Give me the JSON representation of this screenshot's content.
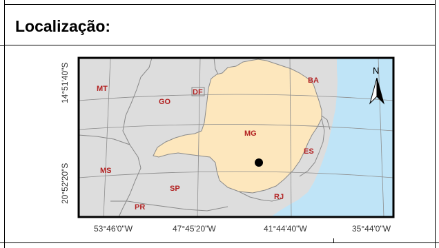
{
  "header": {
    "title": "Localização:"
  },
  "map": {
    "colors": {
      "ocean": "#bfe4f7",
      "land": "#dddddd",
      "highlight_state": "#fde7bd",
      "state_border": "#888888",
      "label": "#b22222",
      "point": "#000000"
    },
    "state_labels": {
      "mt": "MT",
      "go": "GO",
      "df": "DF",
      "ba": "BA",
      "mg": "MG",
      "es": "ES",
      "ms": "MS",
      "sp": "SP",
      "rj": "RJ",
      "pr": "PR"
    },
    "lat_labels": {
      "top": "14°51'40\"S",
      "bottom": "20°52'20\"S"
    },
    "lon_labels": {
      "l1": "53°46'0\"W",
      "l2": "47°45'20\"W",
      "l3": "41°44'40\"W",
      "l4": "35°44'0\"W"
    },
    "north_arrow": {
      "label": "N",
      "icon": "north-arrow-icon"
    }
  }
}
